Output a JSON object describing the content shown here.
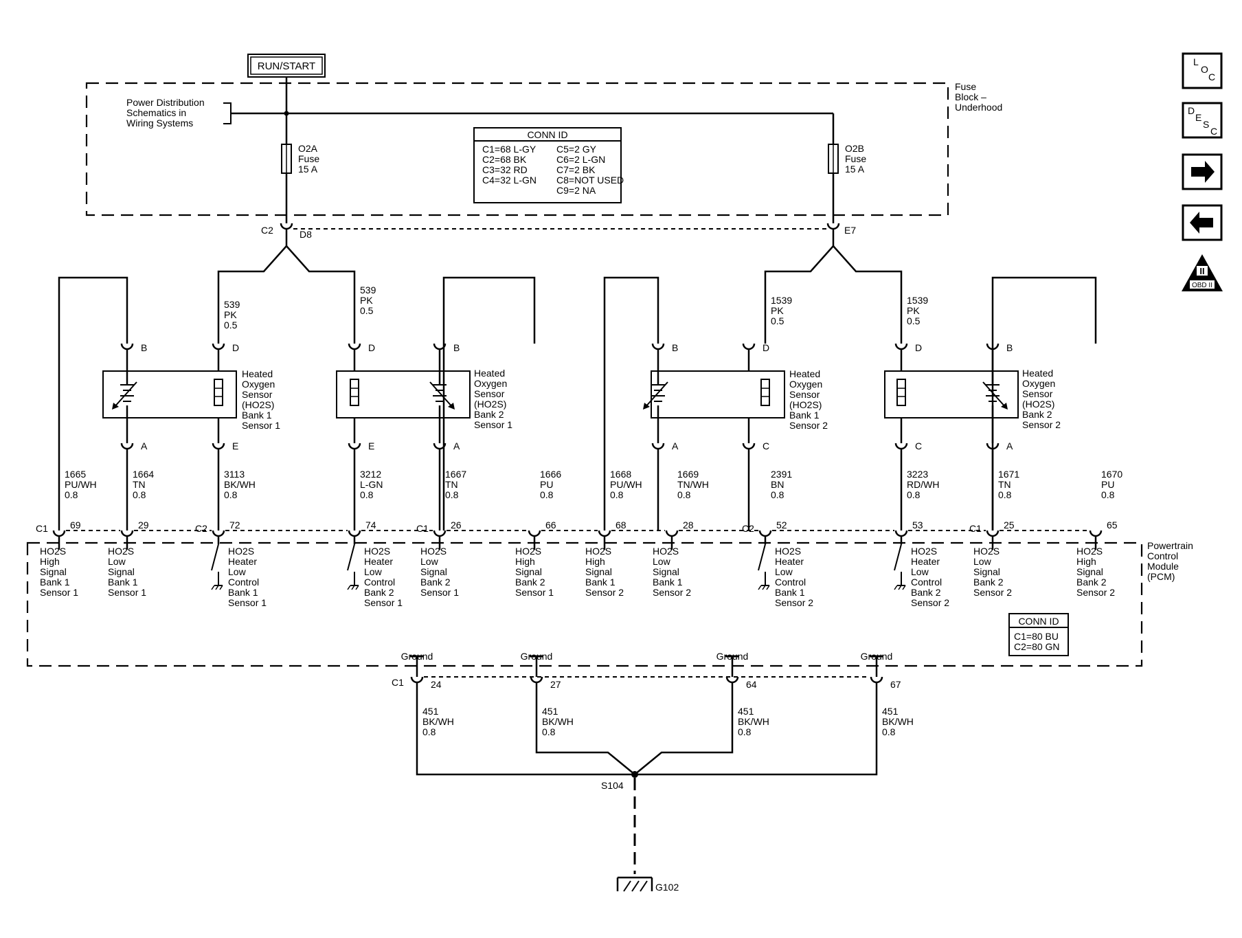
{
  "run_start": "RUN/START",
  "fuse_block": {
    "l1": "Fuse",
    "l2": "Block –",
    "l3": "Underhood"
  },
  "power_dist": {
    "l1": "Power Distribution",
    "l2": "Schematics in",
    "l3": "Wiring Systems"
  },
  "fuse_left": {
    "name": "O2A",
    "l2": "Fuse",
    "l3": "15 A"
  },
  "fuse_right": {
    "name": "O2B",
    "l2": "Fuse",
    "l3": "15 A"
  },
  "conn_top": {
    "title": "CONN ID",
    "left": [
      "C1=68 L-GY",
      "C2=68 BK",
      "C3=32 RD",
      "C4=32 L-GN"
    ],
    "right": [
      "C5=2 GY",
      "C6=2 L-GN",
      "C7=2 BK",
      "C8=NOT USED",
      "C9=2 NA"
    ]
  },
  "conn_pcm": {
    "title": "CONN ID",
    "l1": "C1=80 BU",
    "l2": "C2=80 GN"
  },
  "fb_conn": {
    "c2": "C2",
    "d8": "D8",
    "e7": "E7"
  },
  "sensors": [
    {
      "l1": "Heated",
      "l2": "Oxygen",
      "l3": "Sensor",
      "l4": "(HO2S)",
      "l5": "Bank 1",
      "l6": "Sensor 1"
    },
    {
      "l1": "Heated",
      "l2": "Oxygen",
      "l3": "Sensor",
      "l4": "(HO2S)",
      "l5": "Bank 2",
      "l6": "Sensor 1"
    },
    {
      "l1": "Heated",
      "l2": "Oxygen",
      "l3": "Sensor",
      "l4": "(HO2S)",
      "l5": "Bank 1",
      "l6": "Sensor 2"
    },
    {
      "l1": "Heated",
      "l2": "Oxygen",
      "l3": "Sensor",
      "l4": "(HO2S)",
      "l5": "Bank 2",
      "l6": "Sensor 2"
    }
  ],
  "top_wires": [
    {
      "c": "539",
      "col": "PK",
      "g": "0.5"
    },
    {
      "c": "539",
      "col": "PK",
      "g": "0.5"
    },
    {
      "c": "1539",
      "col": "PK",
      "g": "0.5"
    },
    {
      "c": "1539",
      "col": "PK",
      "g": "0.5"
    }
  ],
  "sensor_pins_top": [
    "B",
    "D",
    "D",
    "B",
    "B",
    "D",
    "D",
    "B"
  ],
  "sensor_pins_bot": [
    "A",
    "E",
    "E",
    "A",
    "A",
    "C",
    "C",
    "A"
  ],
  "wires": [
    {
      "c": "1665",
      "col": "PU/WH",
      "g": "0.8",
      "conn": "C1",
      "pin": "69"
    },
    {
      "c": "1664",
      "col": "TN",
      "g": "0.8",
      "conn": "",
      "pin": "29"
    },
    {
      "c": "3113",
      "col": "BK/WH",
      "g": "0.8",
      "conn": "C2",
      "pin": "72"
    },
    {
      "c": "3212",
      "col": "L-GN",
      "g": "0.8",
      "conn": "",
      "pin": "74"
    },
    {
      "c": "1667",
      "col": "TN",
      "g": "0.8",
      "conn": "C1",
      "pin": "26"
    },
    {
      "c": "1666",
      "col": "PU",
      "g": "0.8",
      "conn": "",
      "pin": "66"
    },
    {
      "c": "1668",
      "col": "PU/WH",
      "g": "0.8",
      "conn": "",
      "pin": "68"
    },
    {
      "c": "1669",
      "col": "TN/WH",
      "g": "0.8",
      "conn": "",
      "pin": "28"
    },
    {
      "c": "2391",
      "col": "BN",
      "g": "0.8",
      "conn": "C2",
      "pin": "52"
    },
    {
      "c": "3223",
      "col": "RD/WH",
      "g": "0.8",
      "conn": "",
      "pin": "53"
    },
    {
      "c": "1671",
      "col": "TN",
      "g": "0.8",
      "conn": "C1",
      "pin": "25"
    },
    {
      "c": "1670",
      "col": "PU",
      "g": "0.8",
      "conn": "",
      "pin": "65"
    }
  ],
  "pcm_labels": [
    [
      "HO2S",
      "High",
      "Signal",
      "Bank 1",
      "Sensor 1"
    ],
    [
      "HO2S",
      "Low",
      "Signal",
      "Bank 1",
      "Sensor 1"
    ],
    [
      "HO2S",
      "Heater",
      "Low",
      "Control",
      "Bank 1",
      "Sensor 1"
    ],
    [
      "HO2S",
      "Heater",
      "Low",
      "Control",
      "Bank 2",
      "Sensor 1"
    ],
    [
      "HO2S",
      "Low",
      "Signal",
      "Bank 2",
      "Sensor 1"
    ],
    [
      "HO2S",
      "High",
      "Signal",
      "Bank 2",
      "Sensor 1"
    ],
    [
      "HO2S",
      "High",
      "Signal",
      "Bank 1",
      "Sensor 2"
    ],
    [
      "HO2S",
      "Low",
      "Signal",
      "Bank 1",
      "Sensor 2"
    ],
    [
      "HO2S",
      "Heater",
      "Low",
      "Control",
      "Bank 1",
      "Sensor 2"
    ],
    [
      "HO2S",
      "Heater",
      "Low",
      "Control",
      "Bank 2",
      "Sensor 2"
    ],
    [
      "HO2S",
      "Low",
      "Signal",
      "Bank 2",
      "Sensor 2"
    ],
    [
      "HO2S",
      "High",
      "Signal",
      "Bank 2",
      "Sensor 2"
    ]
  ],
  "pcm": {
    "l1": "Powertrain",
    "l2": "Control",
    "l3": "Module",
    "l4": "(PCM)"
  },
  "grounds": [
    {
      "label": "Ground",
      "pin": "24",
      "c": "451",
      "col": "BK/WH",
      "g": "0.8"
    },
    {
      "label": "Ground",
      "pin": "27",
      "c": "451",
      "col": "BK/WH",
      "g": "0.8"
    },
    {
      "label": "Ground",
      "pin": "64",
      "c": "451",
      "col": "BK/WH",
      "g": "0.8"
    },
    {
      "label": "Ground",
      "pin": "67",
      "c": "451",
      "col": "BK/WH",
      "g": "0.8"
    }
  ],
  "ground_conn": "C1",
  "splice": "S104",
  "ground_point": "G102",
  "nav": {
    "loc": [
      "L",
      "O",
      "C"
    ],
    "desc": [
      "D",
      "E",
      "S",
      "C"
    ],
    "obd": "OBD II",
    "obd_mark": "II"
  }
}
